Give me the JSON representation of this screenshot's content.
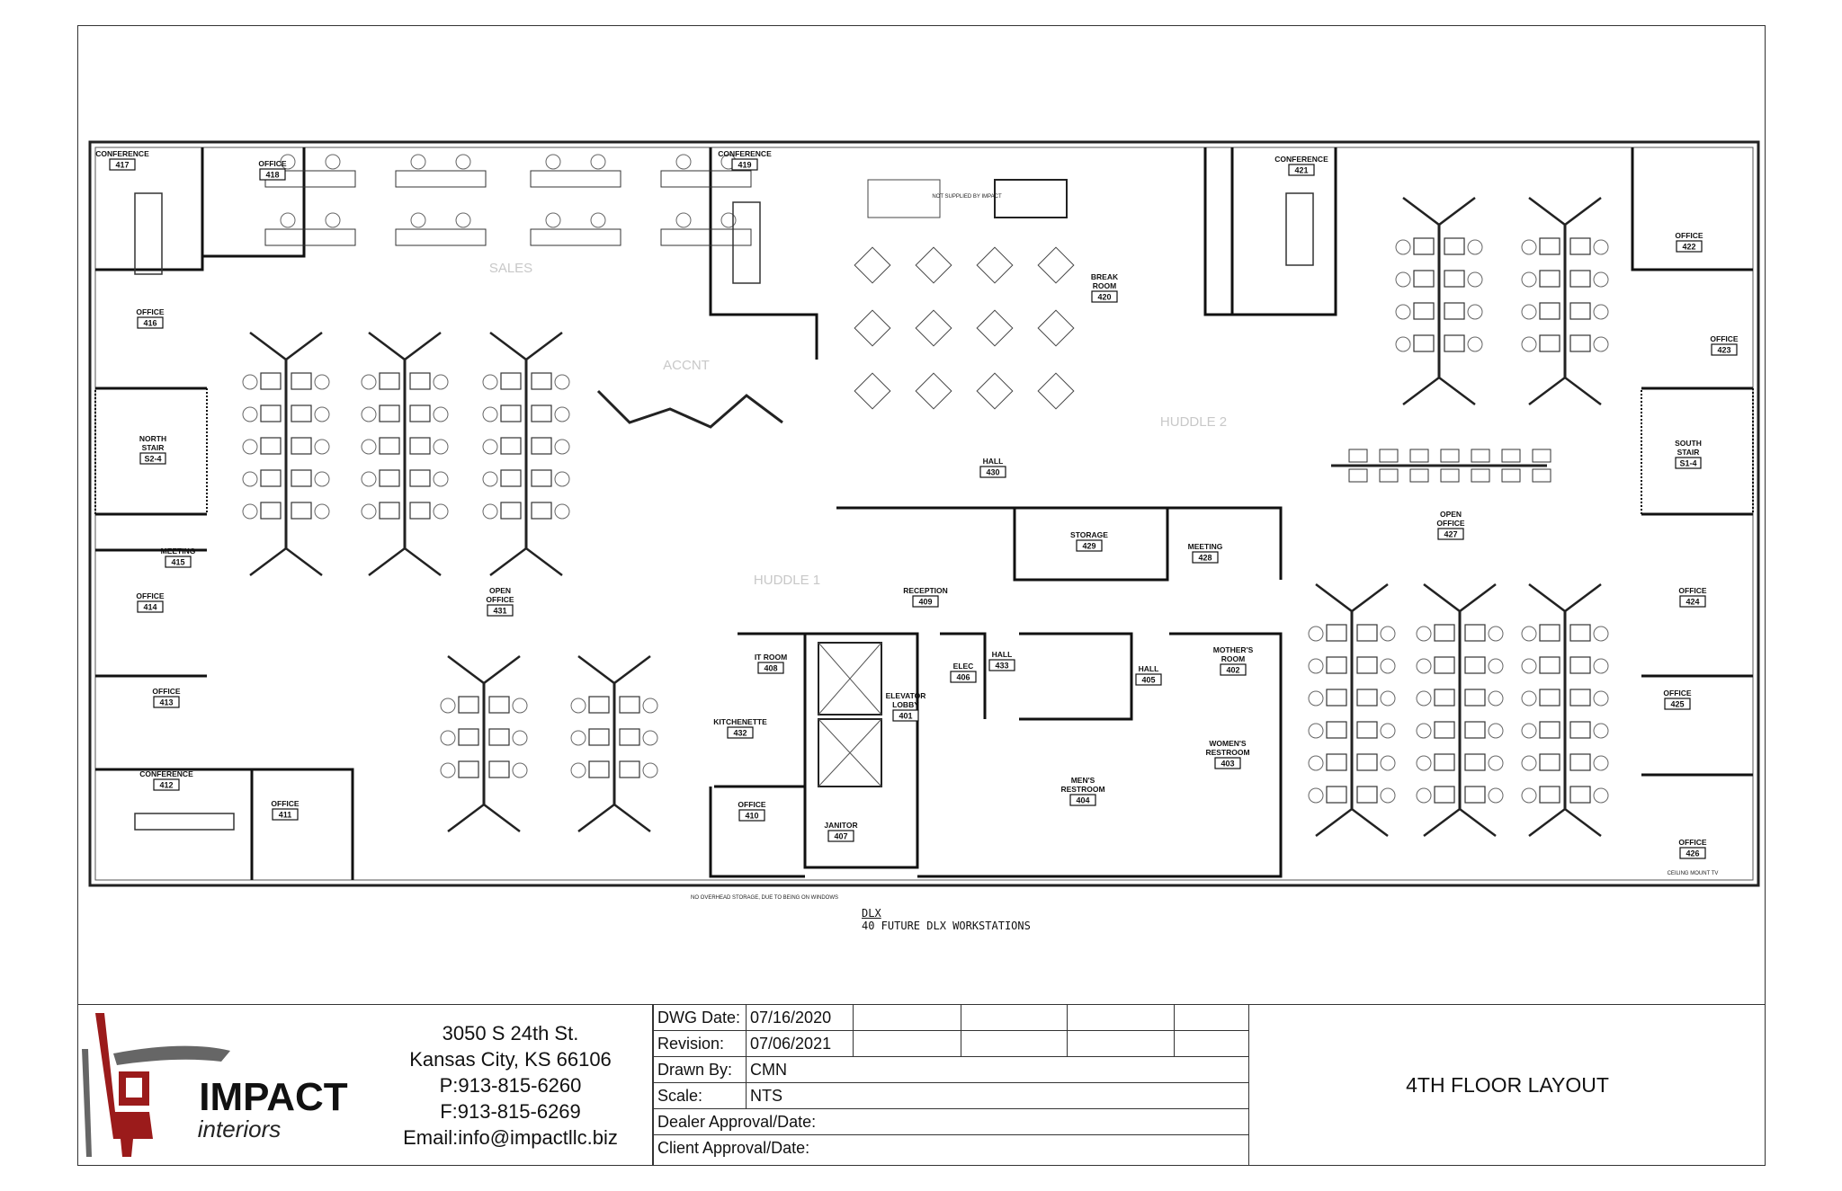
{
  "sheet_title": "4TH FLOOR LAYOUT",
  "company": {
    "logo_text": "IMPACT",
    "logo_subtext": "interiors",
    "brand_red": "#9b1b1b",
    "brand_gray": "#666666",
    "address_line1": "3050 S 24th St.",
    "address_line2": "Kansas City, KS 66106",
    "phone": "P:913-815-6260",
    "fax": "F:913-815-6269",
    "email": "Email:info@impactllc.biz"
  },
  "title_block": {
    "dwg_date_label": "DWG Date:",
    "dwg_date": "07/16/2020",
    "revision_label": "Revision:",
    "revision": "07/06/2021",
    "drawn_by_label": "Drawn By:",
    "drawn_by": "CMN",
    "scale_label": "Scale:",
    "scale": "NTS",
    "dealer_approval_label": "Dealer Approval/Date:",
    "client_approval_label": "Client Approval/Date:"
  },
  "notes": {
    "dlx_heading": "DLX",
    "dlx_text": "40 FUTURE DLX WORKSTATIONS"
  },
  "zones": [
    "SALES",
    "ACCNT",
    "HUDDLE 2",
    "HUDDLE 1"
  ],
  "rooms": [
    {
      "name": "CONFERENCE",
      "number": "417"
    },
    {
      "name": "OFFICE",
      "number": "418"
    },
    {
      "name": "CONFERENCE",
      "number": "419"
    },
    {
      "name": "BREAK ROOM",
      "number": "420"
    },
    {
      "name": "CONFERENCE",
      "number": "421"
    },
    {
      "name": "OFFICE",
      "number": "422"
    },
    {
      "name": "OFFICE",
      "number": "423"
    },
    {
      "name": "OFFICE",
      "number": "416"
    },
    {
      "name": "NORTH STAIR",
      "number": "S2-4"
    },
    {
      "name": "SOUTH STAIR",
      "number": "S1-4"
    },
    {
      "name": "HALL",
      "number": "430"
    },
    {
      "name": "OPEN OFFICE",
      "number": "427"
    },
    {
      "name": "MEETING",
      "number": "415"
    },
    {
      "name": "STORAGE",
      "number": "429"
    },
    {
      "name": "MEETING",
      "number": "428"
    },
    {
      "name": "RECEPTION",
      "number": "409"
    },
    {
      "name": "OFFICE",
      "number": "414"
    },
    {
      "name": "OPEN OFFICE",
      "number": "431"
    },
    {
      "name": "OFFICE",
      "number": "424"
    },
    {
      "name": "IT ROOM",
      "number": "408"
    },
    {
      "name": "ELEC",
      "number": "406"
    },
    {
      "name": "HALL",
      "number": "433"
    },
    {
      "name": "HALL",
      "number": "405"
    },
    {
      "name": "MOTHER'S ROOM",
      "number": "402"
    },
    {
      "name": "ELEVATOR LOBBY",
      "number": "401"
    },
    {
      "name": "OFFICE",
      "number": "413"
    },
    {
      "name": "OFFICE",
      "number": "425"
    },
    {
      "name": "KITCHENETTE",
      "number": "432"
    },
    {
      "name": "WOMEN'S RESTROOM",
      "number": "403"
    },
    {
      "name": "MEN'S RESTROOM",
      "number": "404"
    },
    {
      "name": "CONFERENCE",
      "number": "412"
    },
    {
      "name": "OFFICE",
      "number": "411"
    },
    {
      "name": "OFFICE",
      "number": "410"
    },
    {
      "name": "JANITOR",
      "number": "407"
    },
    {
      "name": "OFFICE",
      "number": "426"
    }
  ],
  "annotations": [
    "CEILING MOUNT TV",
    "NOT SUPPLIED BY IMPACT",
    "NO OVERHEAD STORAGE, DUE TO BEING ON WINDOWS"
  ]
}
